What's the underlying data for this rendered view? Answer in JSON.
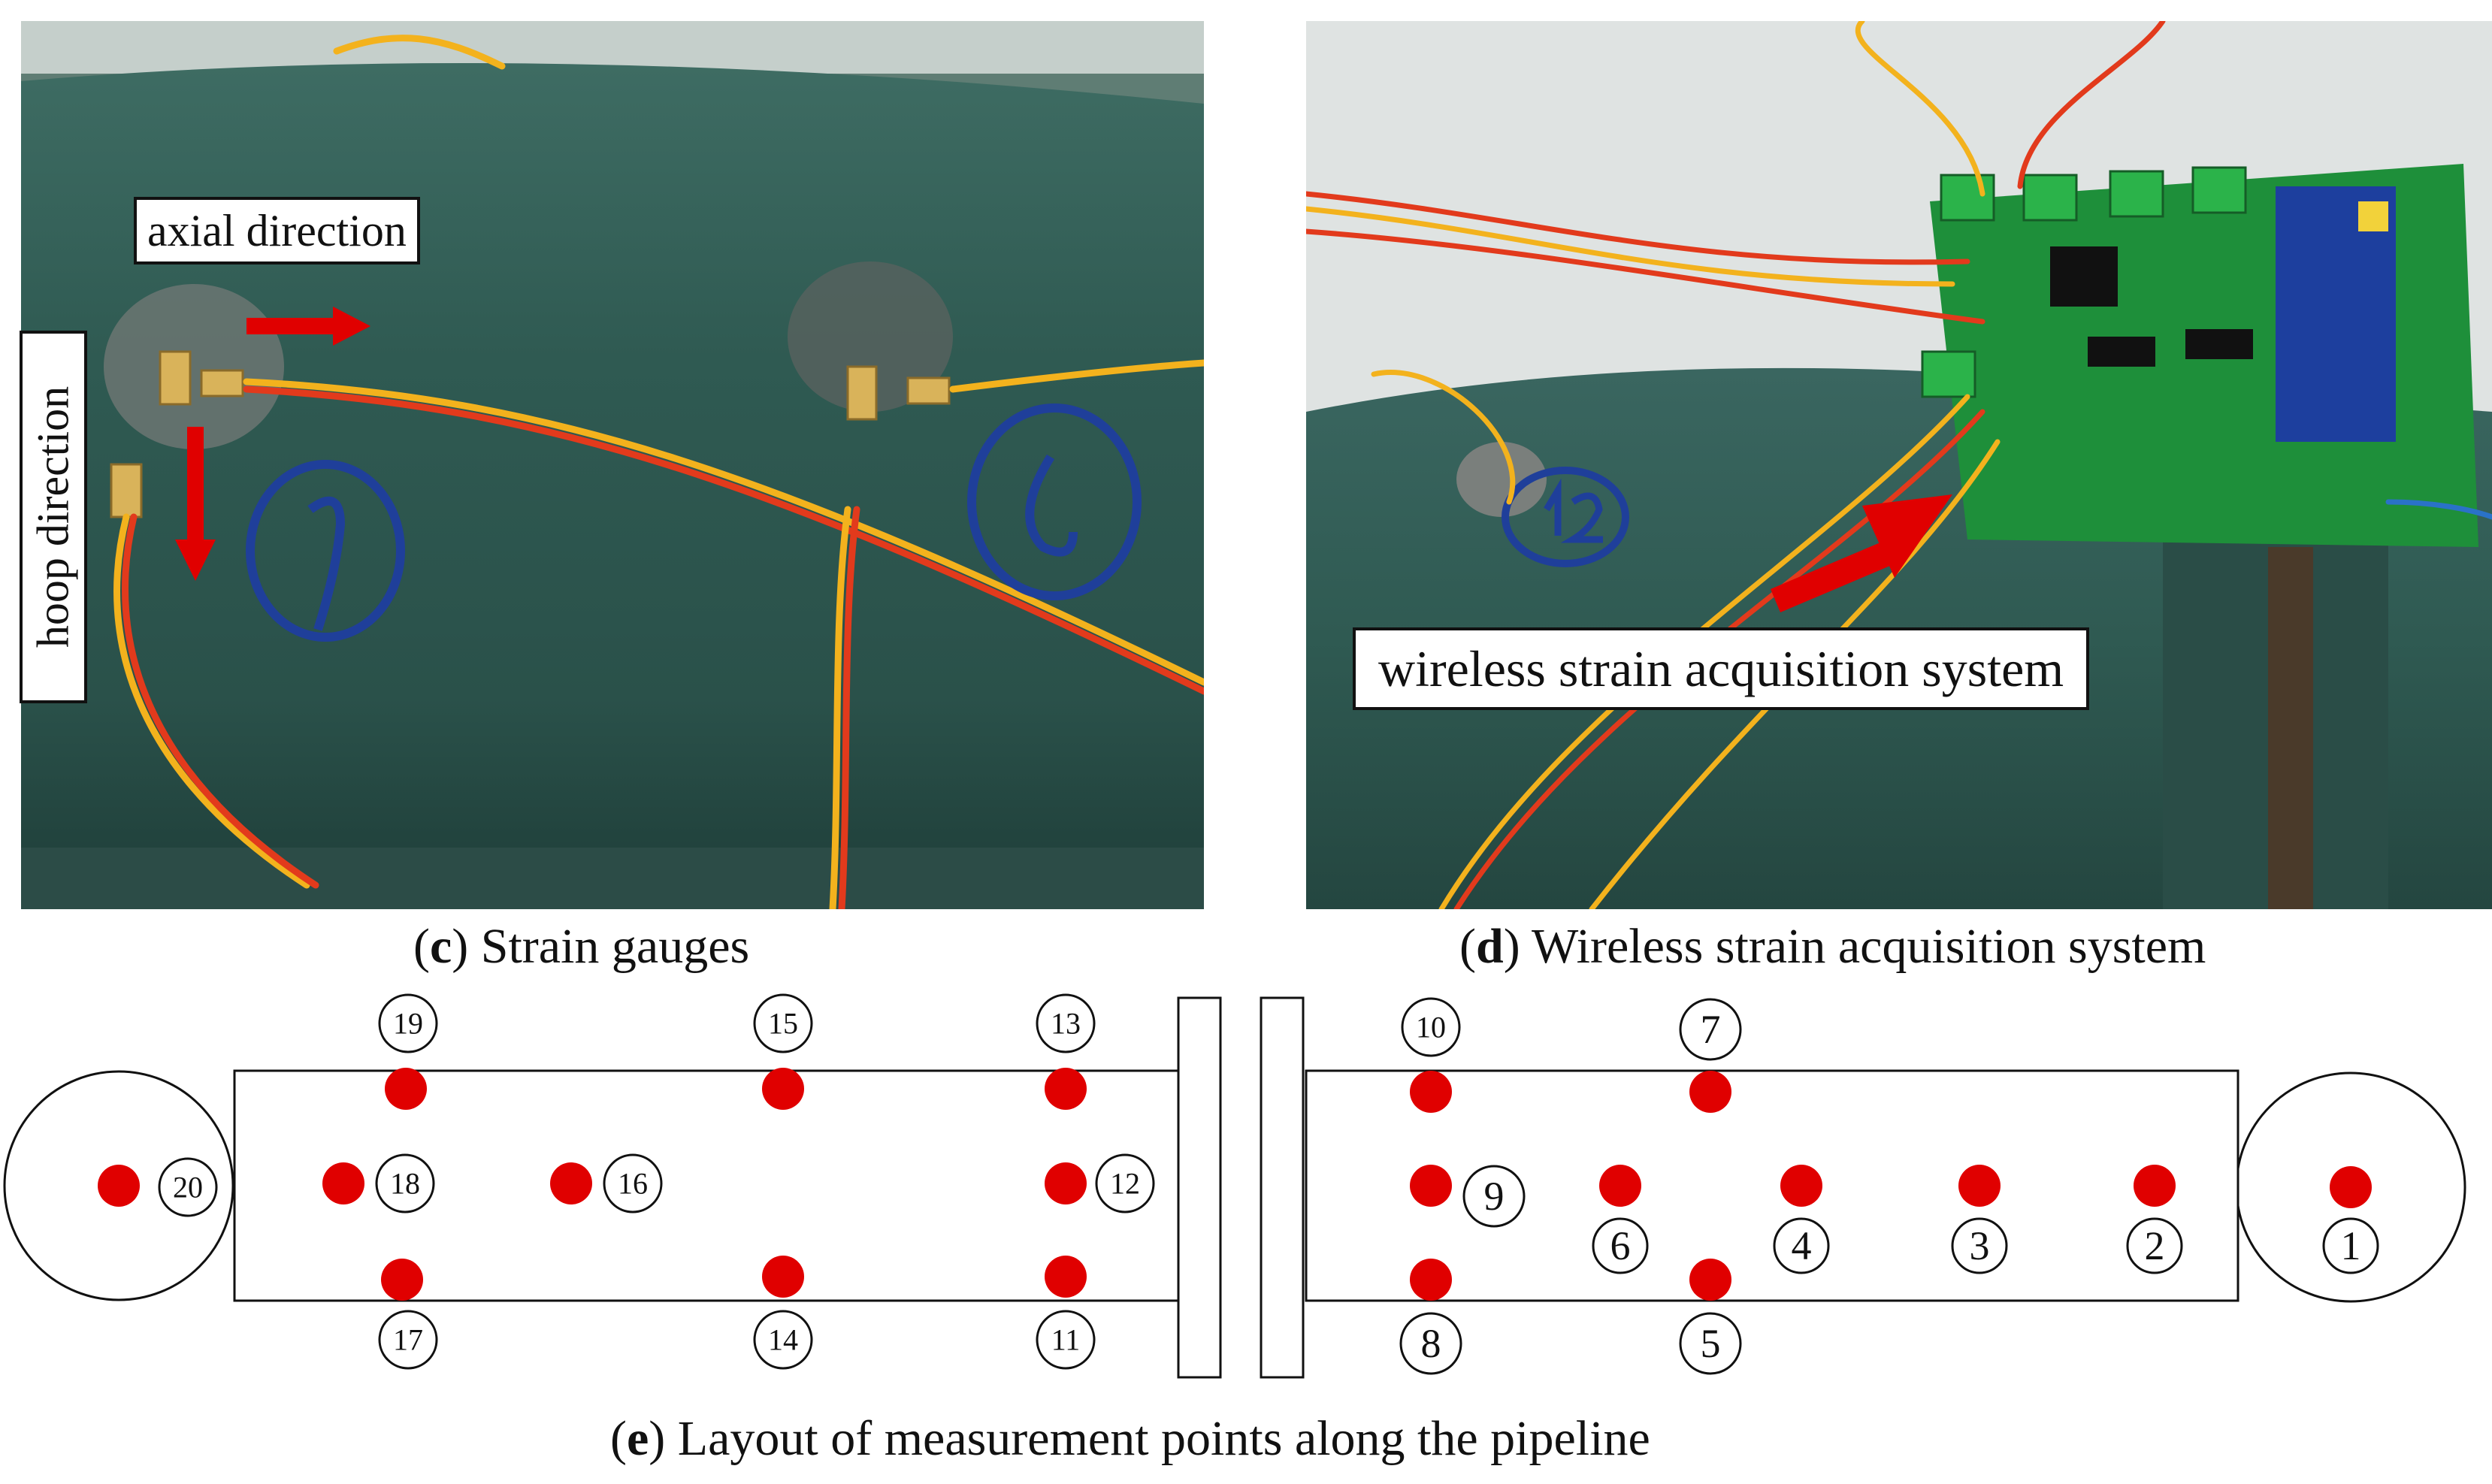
{
  "panel_c": {
    "axial_label": "axial direction",
    "hoop_label": "hoop direction",
    "caption_letter": "c",
    "caption_text": " Strain gauges"
  },
  "panel_d": {
    "system_label": "wireless strain acquisition system",
    "caption_letter": "d",
    "caption_text": " Wireless strain acquisition system"
  },
  "panel_e": {
    "caption_letter": "e",
    "caption_text": " Layout of measurement points along the pipeline",
    "points": [
      "1",
      "2",
      "3",
      "4",
      "5",
      "6",
      "7",
      "8",
      "9",
      "10",
      "11",
      "12",
      "13",
      "14",
      "15",
      "16",
      "17",
      "18",
      "19",
      "20"
    ]
  },
  "colors": {
    "pipe": "#2f5a52",
    "marker": "#e00000",
    "wire_yellow": "#f3b21d",
    "wire_red": "#e23a1c",
    "board": "#1e8f3a"
  }
}
